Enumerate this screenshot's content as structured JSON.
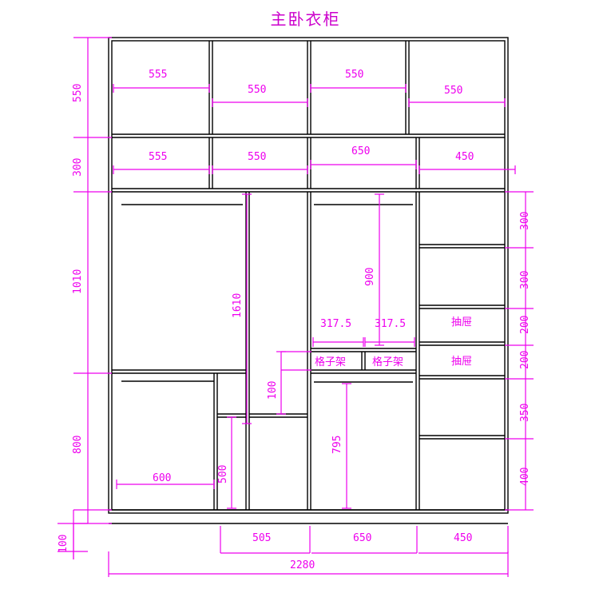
{
  "title": "主卧衣柜",
  "colors": {
    "outline": "#000000",
    "dimension": "#ee00ee",
    "title": "#cc00cc",
    "background": "#ffffff"
  },
  "drawing": {
    "type": "elevation",
    "overall_width": "2280",
    "units_note": "mm"
  },
  "left_dimensions": [
    {
      "label": "550",
      "section": "top-row"
    },
    {
      "label": "300",
      "section": "second-row"
    },
    {
      "label": "1010",
      "section": "hanging-row"
    },
    {
      "label": "800",
      "section": "lower-row"
    },
    {
      "label": "100",
      "section": "plinth"
    }
  ],
  "right_dimensions": [
    {
      "label": "300"
    },
    {
      "label": "300"
    },
    {
      "label": "200"
    },
    {
      "label": "200"
    },
    {
      "label": "350"
    },
    {
      "label": "400"
    }
  ],
  "bottom_dimensions": [
    {
      "label": "505"
    },
    {
      "label": "650"
    },
    {
      "label": "450"
    }
  ],
  "overall_dimension": "2280",
  "top_row_widths": [
    {
      "label": "555"
    },
    {
      "label": "550"
    },
    {
      "label": "550"
    },
    {
      "label": "550"
    }
  ],
  "second_row_widths": [
    {
      "label": "555"
    },
    {
      "label": "550"
    },
    {
      "label": "650"
    },
    {
      "label": "450"
    }
  ],
  "interior_dimensions": {
    "hanging_left_height": "1610",
    "hanging_mid_height": "900",
    "shelf_gap": "100",
    "lattice_left_width": "317.5",
    "lattice_right_width": "317.5",
    "lower_left_width": "600",
    "lower_mid_width": "500",
    "lower_tall_height": "795"
  },
  "labels": {
    "lattice_left": "格子架",
    "lattice_right": "格子架",
    "drawer_top": "抽屉",
    "drawer_bottom": "抽屉"
  }
}
